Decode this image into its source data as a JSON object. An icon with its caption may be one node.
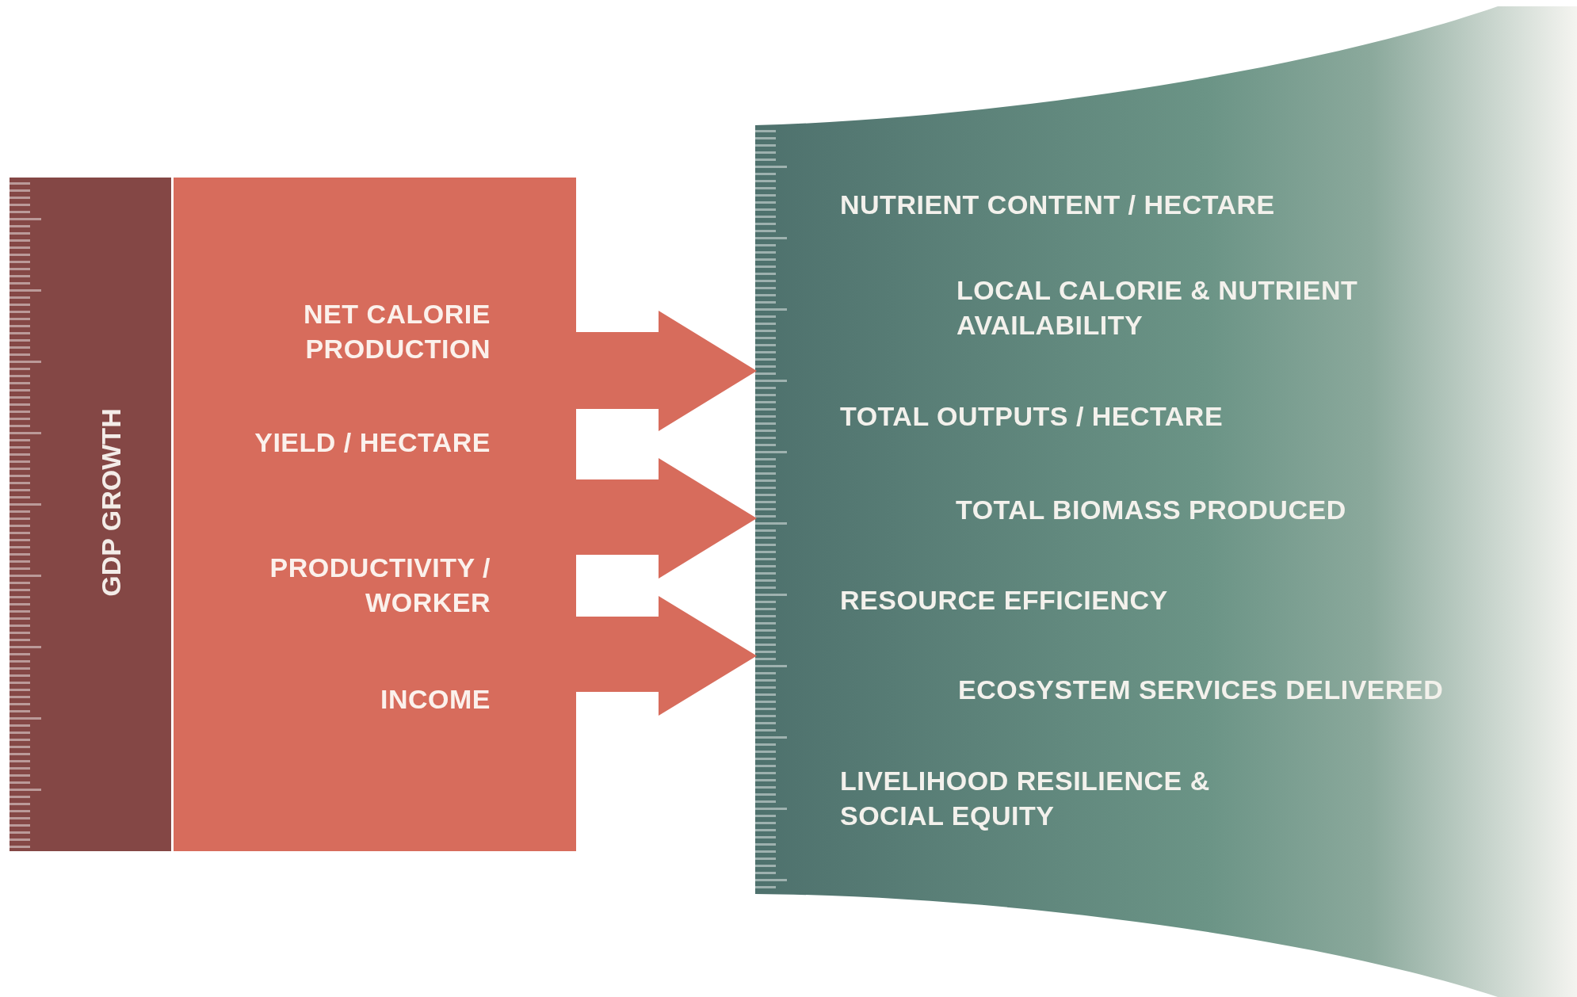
{
  "diagram": {
    "nodes": [
      {
        "text": [
          "GDP GROWTH"
        ]
      },
      {
        "text": [
          "NET CALORIE PRODUCTION",
          "YIELD / HECTARE",
          "PRODUCTIVITY / WORKER",
          "INCOME"
        ]
      },
      {
        "text": [
          "NUTRIENT CONTENT / HECTARE",
          "LOCAL CALORIE & NUTRIENT AVAILABILITY",
          "TOTAL OUTPUTS / HECTARE",
          "TOTAL BIOMASS PRODUCED",
          "RESOURCE EFFICIENCY",
          "ECOSYSTEM SERVICES DELIVERED",
          "LIVELIHOOD RESILIENCE & SOCIAL EQUITY"
        ]
      }
    ],
    "edges": [
      {
        "from": 1,
        "to": 2,
        "arrow": "to"
      },
      {
        "from": 1,
        "to": 2,
        "arrow": "to"
      },
      {
        "from": 1,
        "to": 2,
        "arrow": "to"
      }
    ]
  }
}
